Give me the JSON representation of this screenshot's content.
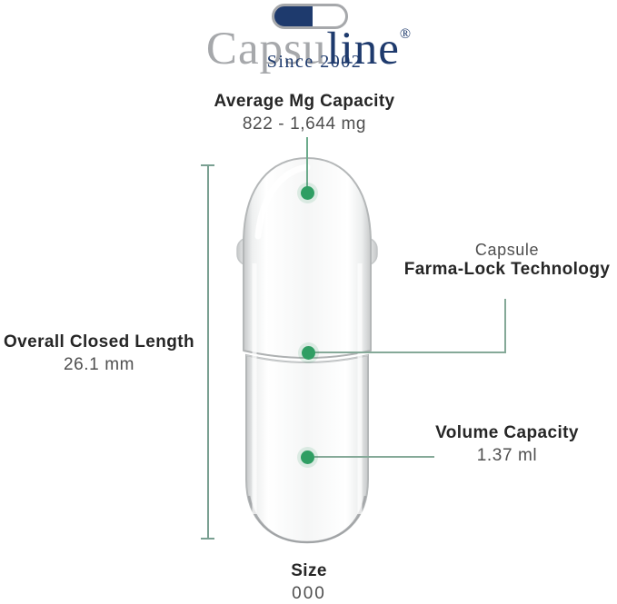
{
  "logo": {
    "icon": "capsule-pill-icon",
    "brand_gray": "Capsu",
    "brand_navy": "line",
    "registered": "®",
    "tagline": "Since 2002"
  },
  "callouts": {
    "mg_capacity": {
      "label": "Average Mg Capacity",
      "value": "822 - 1,644 mg"
    },
    "farma_lock": {
      "sub": "Capsule",
      "label": "Farma-Lock Technology"
    },
    "closed_length": {
      "label": "Overall Closed Length",
      "value": "26.1 mm"
    },
    "volume": {
      "label": "Volume Capacity",
      "value": "1.37 ml"
    },
    "size": {
      "label": "Size",
      "value": "000"
    }
  },
  "colors": {
    "brand_navy": "#1e3a6d",
    "brand_gray": "#a6a8ab",
    "marker_green": "#2f9e63",
    "leader_line": "#85a998",
    "text_dark": "#262626",
    "text_light": "#4f4f4f"
  }
}
